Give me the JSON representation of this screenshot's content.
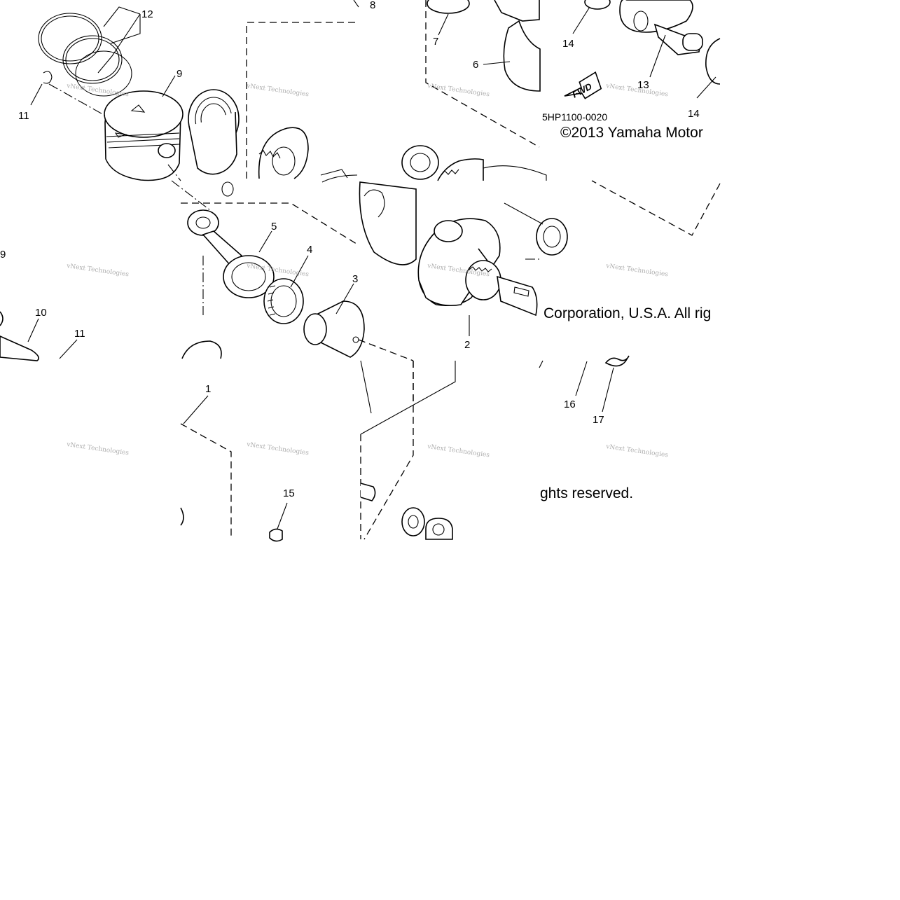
{
  "diagram": {
    "drawing_code": "5HP1100-0020",
    "copyright_line1": "©2013 Yamaha Motor",
    "copyright_line2": "Corporation, U.S.A. All rig",
    "copyright_line3": "ghts reserved.",
    "fwd_label": "FWD",
    "watermark": "vNext Technologies",
    "callouts": {
      "c1": "1",
      "c2": "2",
      "c3": "3",
      "c4": "4",
      "c5": "5",
      "c6": "6",
      "c7": "7",
      "c8": "8",
      "c9a": "9",
      "c9b": "9",
      "c10": "10",
      "c11a": "11",
      "c11b": "11",
      "c12": "12",
      "c13": "13",
      "c14a": "14",
      "c14b": "14",
      "c15": "15",
      "c16": "16",
      "c17": "17"
    }
  }
}
